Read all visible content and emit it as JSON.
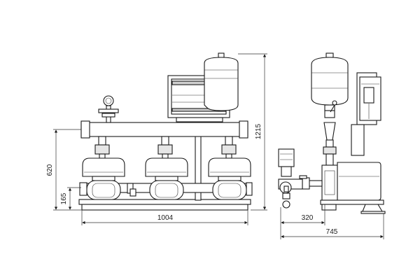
{
  "dimensions": {
    "width_front": "1004",
    "height_total": "1215",
    "height_header": "620",
    "height_base": "165",
    "depth_side": "320",
    "depth_total": "745"
  }
}
